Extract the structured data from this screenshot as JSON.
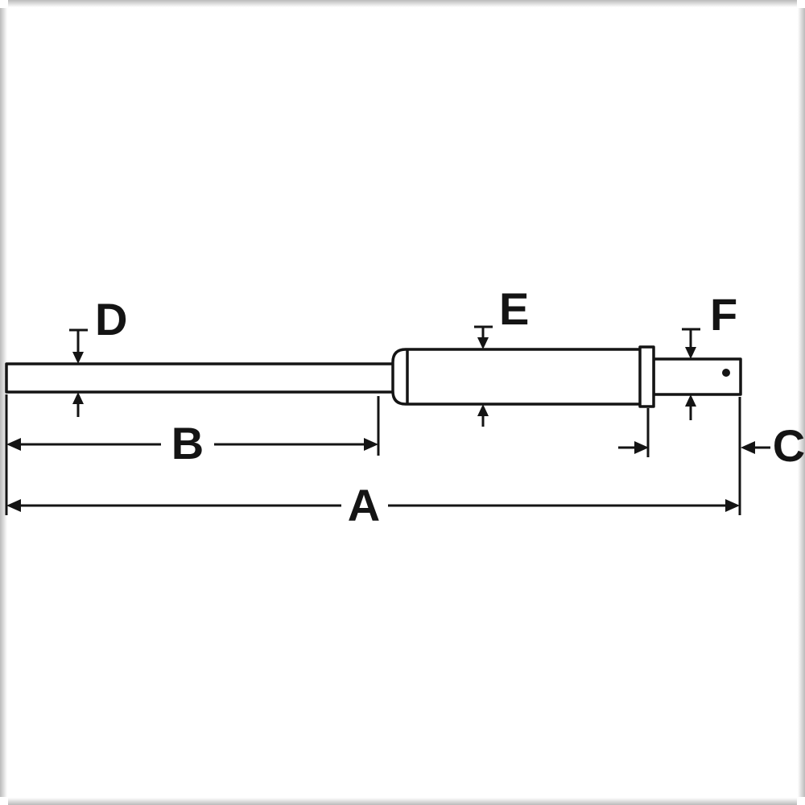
{
  "drawing": {
    "description": "Dimensioned side-view technical line drawing of a stepped shaft / pin",
    "background_color": "#ffffff",
    "line_color": "#141414",
    "labels": {
      "overall_length": "A",
      "rod_length": "B",
      "end_length": "C",
      "rod_diameter": "D",
      "body_diameter": "E",
      "end_diameter": "F"
    }
  }
}
